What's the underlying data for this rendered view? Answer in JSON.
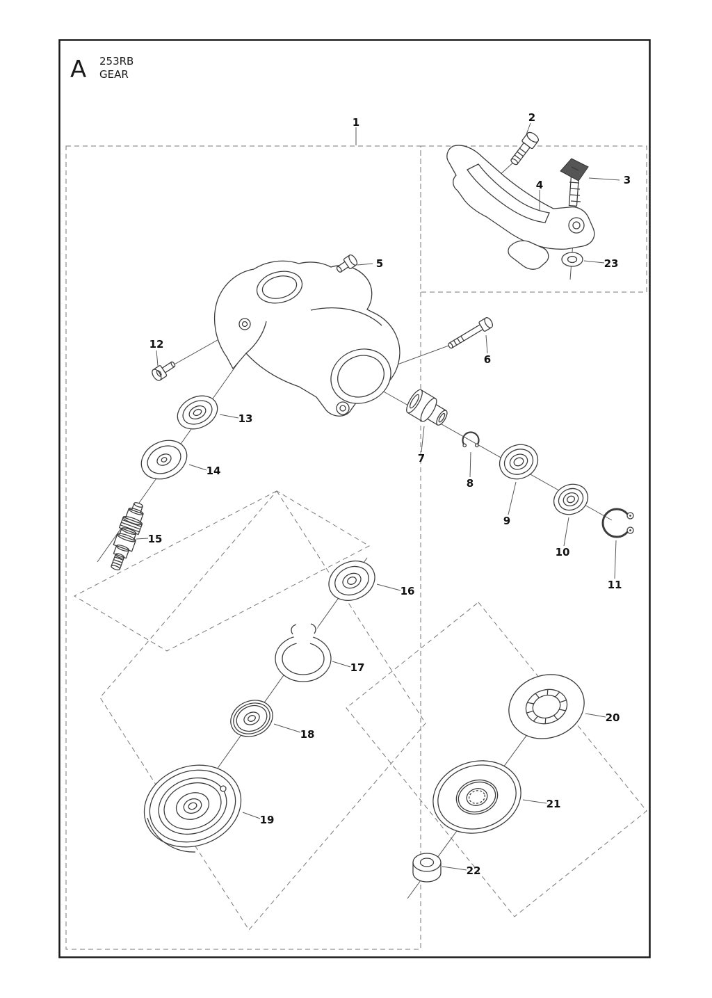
{
  "header": {
    "section_letter": "A",
    "model": "253RB",
    "section_title": "GEAR"
  },
  "parts": [
    {
      "number": "1"
    },
    {
      "number": "2"
    },
    {
      "number": "3"
    },
    {
      "number": "4"
    },
    {
      "number": "5"
    },
    {
      "number": "6"
    },
    {
      "number": "7"
    },
    {
      "number": "8"
    },
    {
      "number": "9"
    },
    {
      "number": "10"
    },
    {
      "number": "11"
    },
    {
      "number": "12"
    },
    {
      "number": "13"
    },
    {
      "number": "14"
    },
    {
      "number": "15"
    },
    {
      "number": "16"
    },
    {
      "number": "17"
    },
    {
      "number": "18"
    },
    {
      "number": "19"
    },
    {
      "number": "20"
    },
    {
      "number": "21"
    },
    {
      "number": "22"
    },
    {
      "number": "23"
    }
  ]
}
